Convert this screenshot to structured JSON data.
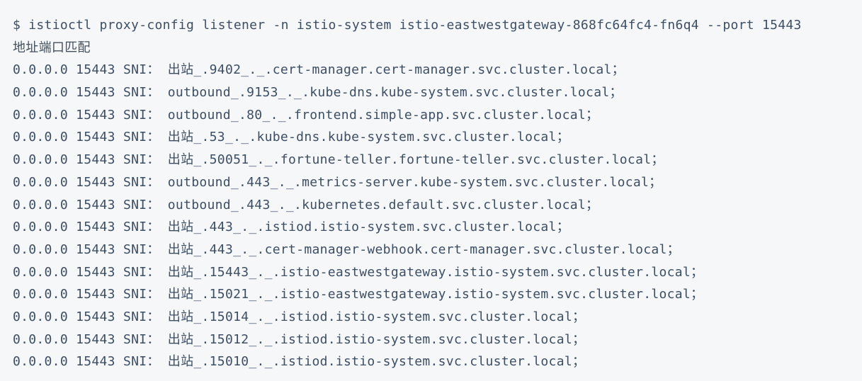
{
  "colors": {
    "background": "#f5f7f9",
    "text": "#3d4e63"
  },
  "terminal": {
    "prompt": "$",
    "command": "istioctl proxy-config listener -n istio-system istio-eastwestgateway-868fc64fc4-fn6q4 --port 15443",
    "output_header": "地址端口匹配",
    "sni_label": "SNI：",
    "rows": [
      {
        "address": "0.0.0.0",
        "port": "15443",
        "sni": "出站_.9402_._.cert-manager.cert-manager.svc.cluster.local；"
      },
      {
        "address": "0.0.0.0",
        "port": "15443",
        "sni": "outbound_.9153_._.kube-dns.kube-system.svc.cluster.local；"
      },
      {
        "address": "0.0.0.0",
        "port": "15443",
        "sni": "outbound_.80_._.frontend.simple-app.svc.cluster.local；"
      },
      {
        "address": "0.0.0.0",
        "port": "15443",
        "sni": "出站_.53_._.kube-dns.kube-system.svc.cluster.local；"
      },
      {
        "address": "0.0.0.0",
        "port": "15443",
        "sni": "出站_.50051_._.fortune-teller.fortune-teller.svc.cluster.local；"
      },
      {
        "address": "0.0.0.0",
        "port": "15443",
        "sni": "outbound_.443_._.metrics-server.kube-system.svc.cluster.local；"
      },
      {
        "address": "0.0.0.0",
        "port": "15443",
        "sni": "outbound_.443_._.kubernetes.default.svc.cluster.local；"
      },
      {
        "address": "0.0.0.0",
        "port": "15443",
        "sni": "出站_.443_._.istiod.istio-system.svc.cluster.local；"
      },
      {
        "address": "0.0.0.0",
        "port": "15443",
        "sni": "出站_.443_._.cert-manager-webhook.cert-manager.svc.cluster.local；"
      },
      {
        "address": "0.0.0.0",
        "port": "15443",
        "sni": "出站_.15443_._.istio-eastwestgateway.istio-system.svc.cluster.local；"
      },
      {
        "address": "0.0.0.0",
        "port": "15443",
        "sni": "出站_.15021_._.istio-eastwestgateway.istio-system.svc.cluster.local；"
      },
      {
        "address": "0.0.0.0",
        "port": "15443",
        "sni": "出站_.15014_._.istiod.istio-system.svc.cluster.local；"
      },
      {
        "address": "0.0.0.0",
        "port": "15443",
        "sni": "出站_.15012_._.istiod.istio-system.svc.cluster.local；"
      },
      {
        "address": "0.0.0.0",
        "port": "15443",
        "sni": "出站_.15010_._.istiod.istio-system.svc.cluster.local；"
      }
    ]
  }
}
